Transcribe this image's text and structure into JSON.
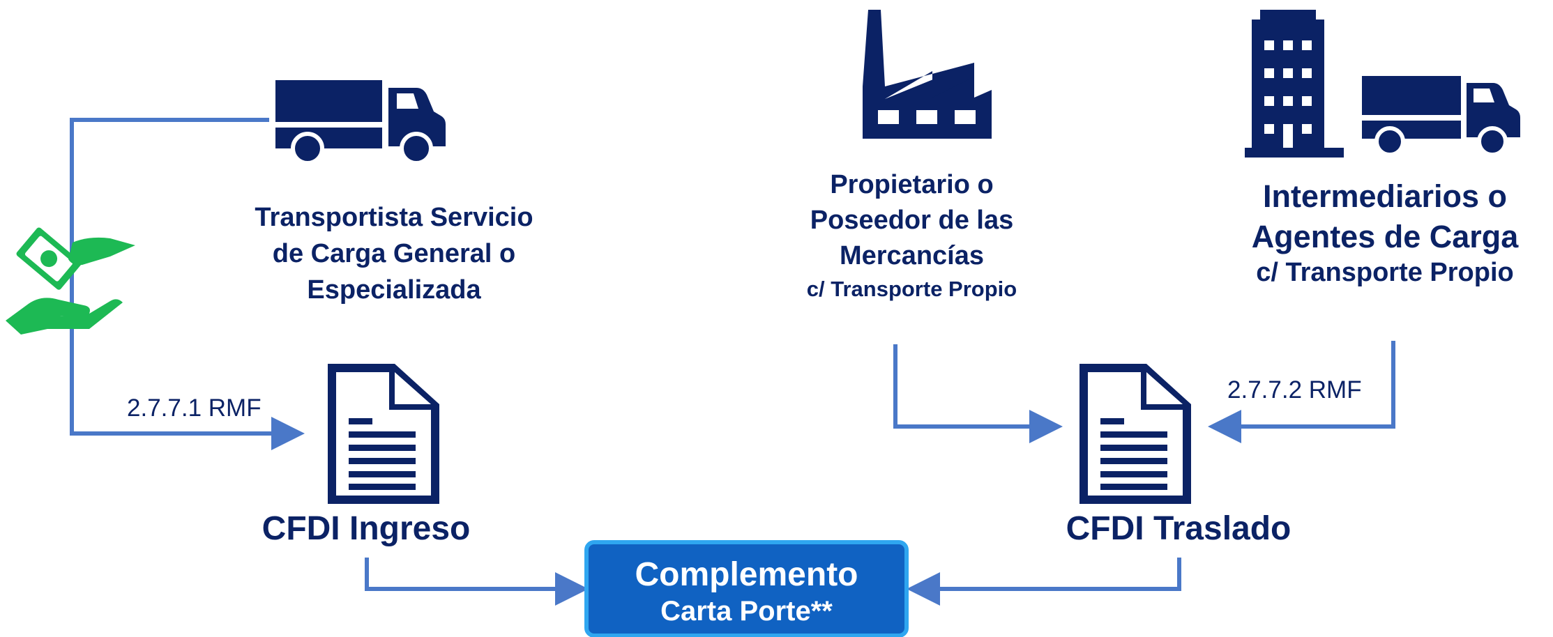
{
  "colors": {
    "navy": "#0b2265",
    "line_blue": "#4a78c8",
    "money_green": "#1db954",
    "box_fill": "#1062c2",
    "box_border": "#2fa6f0"
  },
  "nodes": {
    "transportista": {
      "icon": "truck-icon",
      "lines": [
        "Transportista Servicio",
        "de Carga General o",
        "Especializada"
      ]
    },
    "propietario": {
      "icon": "factory-icon",
      "lines": [
        "Propietario o",
        "Poseedor de las",
        "Mercancías"
      ],
      "sub": "c/ Transporte Propio"
    },
    "intermediarios": {
      "icon": "building-truck-icon",
      "lines": [
        "Intermediarios o",
        "Agentes de Carga"
      ],
      "sub": "c/ Transporte Propio"
    }
  },
  "rules": {
    "left": "2.7.7.1 RMF",
    "right": "2.7.7.2 RMF"
  },
  "documents": {
    "ingreso": {
      "icon": "document-icon",
      "label": "CFDI Ingreso"
    },
    "traslado": {
      "icon": "document-icon",
      "label": "CFDI Traslado"
    }
  },
  "payment": {
    "icon": "money-hands-icon"
  },
  "complemento": {
    "line1": "Complemento",
    "line2": "Carta Porte**"
  }
}
